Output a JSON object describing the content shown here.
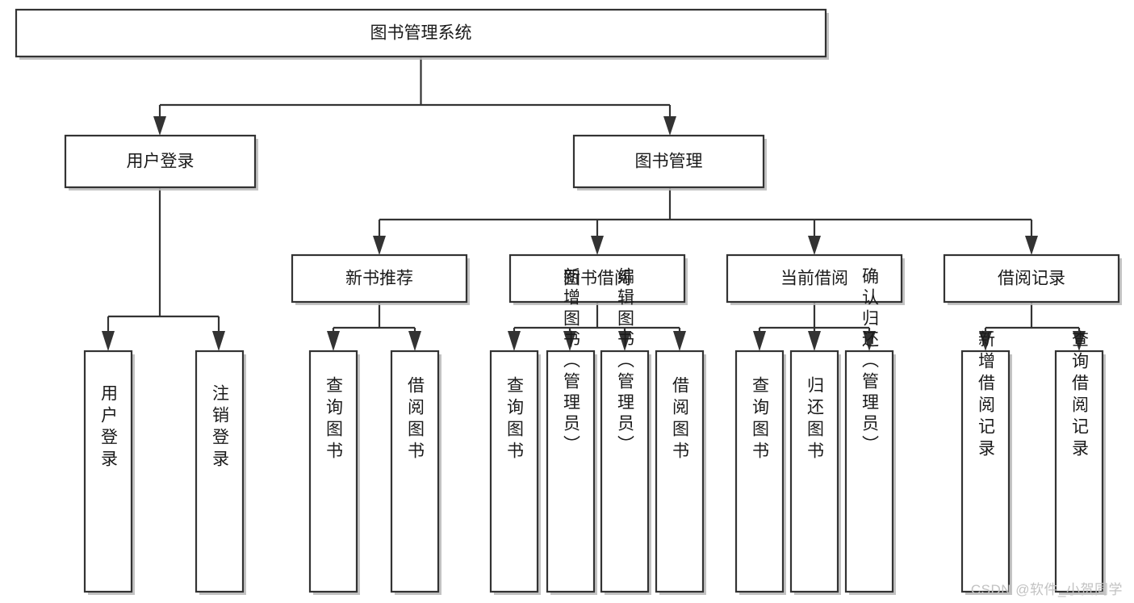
{
  "diagram": {
    "title": "图书管理系统",
    "type": "tree-hierarchy-diagram",
    "colors": {
      "box_stroke": "#333333",
      "box_fill": "#ffffff",
      "connector": "#333333",
      "background": "#ffffff",
      "watermark": "#c2c2c2"
    },
    "root": {
      "label": "图书管理系统"
    },
    "level2": [
      {
        "label": "用户登录"
      },
      {
        "label": "图书管理"
      }
    ],
    "level3": [
      {
        "label": "新书推荐"
      },
      {
        "label": "图书借阅"
      },
      {
        "label": "当前借阅"
      },
      {
        "label": "借阅记录"
      }
    ],
    "leaves_user_login": [
      {
        "label": "用户登录"
      },
      {
        "label": "注销登录"
      }
    ],
    "leaves_new_book": [
      {
        "label": "查询图书"
      },
      {
        "label": "借阅图书"
      }
    ],
    "leaves_borrow": [
      {
        "label": "查询图书"
      },
      {
        "label": "新增图书（管理员）"
      },
      {
        "label": "编辑图书（管理员）"
      },
      {
        "label": "借阅图书"
      }
    ],
    "leaves_current": [
      {
        "label": "查询图书"
      },
      {
        "label": "归还图书"
      },
      {
        "label": "确认归还（管理员）"
      }
    ],
    "leaves_records": [
      {
        "label": "新增借阅记录"
      },
      {
        "label": "查询借阅记录"
      }
    ]
  },
  "watermark": {
    "text": "CSDN @软件_小贺同学"
  }
}
